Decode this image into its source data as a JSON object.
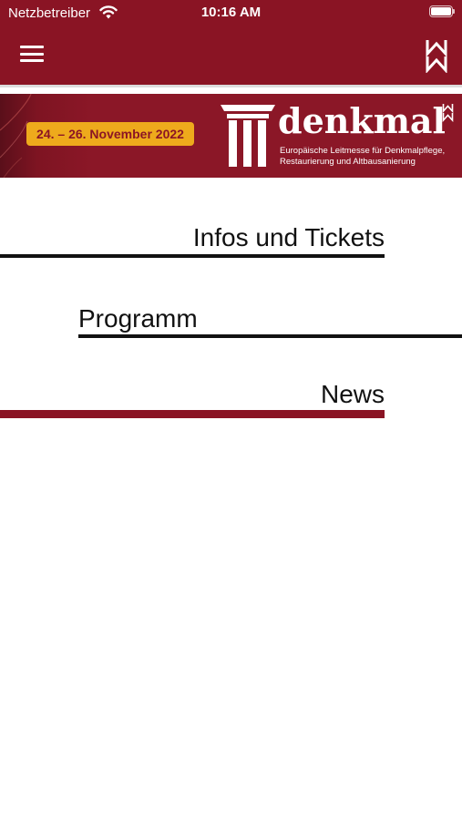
{
  "status_bar": {
    "carrier": "Netzbetreiber",
    "time": "10:16 AM"
  },
  "header": {
    "menu_icon": "hamburger-menu-icon",
    "logo_icon": "leipziger-messe-mm-logo-icon"
  },
  "banner": {
    "date": "24. – 26. November 2022",
    "title": "denkmal",
    "subtitle_line1": "Europäische Leitmesse für Denkmalpflege,",
    "subtitle_line2": "Restaurierung und Altbausanierung"
  },
  "menu": {
    "items": [
      {
        "label": "Infos und Tickets"
      },
      {
        "label": "Programm"
      },
      {
        "label": "News"
      }
    ]
  },
  "colors": {
    "brand": "#8a1424",
    "accent": "#eeaa1c",
    "underline_default": "#111111",
    "underline_active": "#8a1424"
  }
}
